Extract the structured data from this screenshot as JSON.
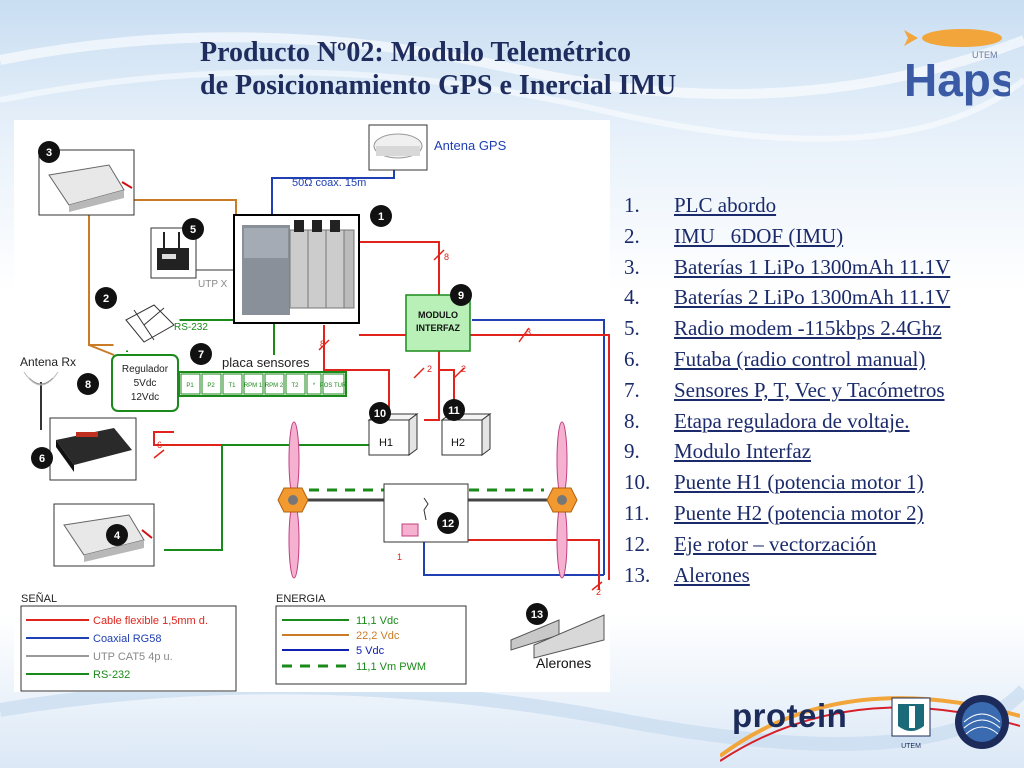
{
  "title": {
    "line1": "Producto Nº02: Modulo Telemétrico",
    "line2": "de Posicionamiento GPS e Inercial IMU"
  },
  "brand": {
    "haps": "Haps",
    "utem": "UTEM",
    "protein": "protein",
    "utem_footer": "UTEM"
  },
  "components": [
    {
      "num": "1.",
      "label": "PLC abordo"
    },
    {
      "num": "2.",
      "label": "IMU   6DOF (IMU)"
    },
    {
      "num": "3.",
      "label": "Baterías 1 LiPo 1300mAh 11.1V"
    },
    {
      "num": "4.",
      "label": "Baterías 2 LiPo 1300mAh 11.1V"
    },
    {
      "num": "5.",
      "label": "Radio modem -115kbps 2.4Ghz"
    },
    {
      "num": "6.",
      "label": "Futaba (radio control manual)"
    },
    {
      "num": "7.",
      "label": "Sensores P, T, Vec y Tacómetros"
    },
    {
      "num": "8.",
      "label": "Etapa reguladora de voltaje."
    },
    {
      "num": "9.",
      "label": "Modulo Interfaz"
    },
    {
      "num": "10.",
      "label": "Puente H1 (potencia motor 1)"
    },
    {
      "num": "11.",
      "label": "Puente H2 (potencia motor 2)"
    },
    {
      "num": "12.",
      "label": "Eje rotor – vectorzación"
    },
    {
      "num": "13.",
      "label": "Alerones"
    }
  ],
  "diagram": {
    "antena_gps": "Antena GPS",
    "coax": "50Ω coax. 15m",
    "utp": "UTP X",
    "rs232": "RS-232",
    "antena_rx": "Antena Rx",
    "regulador": [
      "Regulador",
      "5Vdc",
      "12Vdc"
    ],
    "placa_sensores": "placa sensores",
    "sensor_slots": [
      "P1",
      "P2",
      "T1",
      "RPM 1",
      "RPM 2",
      "T2",
      "*",
      "POS TUR"
    ],
    "modulo": [
      "MODULO",
      "INTERFAZ"
    ],
    "h1": "H1",
    "h2": "H2",
    "alerones": "Alerones",
    "wire_counts": {
      "w8a": "8",
      "w8b": "8",
      "w3": "3",
      "w2a": "2",
      "w2b": "2",
      "w6": "6",
      "w1": "1",
      "w2c": "2"
    },
    "badges": [
      "1",
      "2",
      "3",
      "4",
      "5",
      "6",
      "7",
      "8",
      "9",
      "10",
      "11",
      "12",
      "13"
    ]
  },
  "legend_signal": {
    "title": "SEÑAL",
    "items": [
      {
        "label": "Cable flexible 1,5mm d.",
        "color": "#e0241b"
      },
      {
        "label": "Coaxial RG58",
        "color": "#1f3fb3"
      },
      {
        "label": "UTP CAT5 4p u.",
        "color": "#9a9a9a"
      },
      {
        "label": "RS-232",
        "color": "#1a8a1a"
      }
    ]
  },
  "legend_energy": {
    "title": "ENERGIA",
    "items": [
      {
        "label": "11,1 Vdc",
        "color": "#1a8a1a"
      },
      {
        "label": "22,2 Vdc",
        "color": "#c97b25"
      },
      {
        "label": "5 Vdc",
        "color": "#1020b0"
      },
      {
        "label": "11,1 Vm PWM",
        "color": "#1a8a1a"
      }
    ]
  }
}
